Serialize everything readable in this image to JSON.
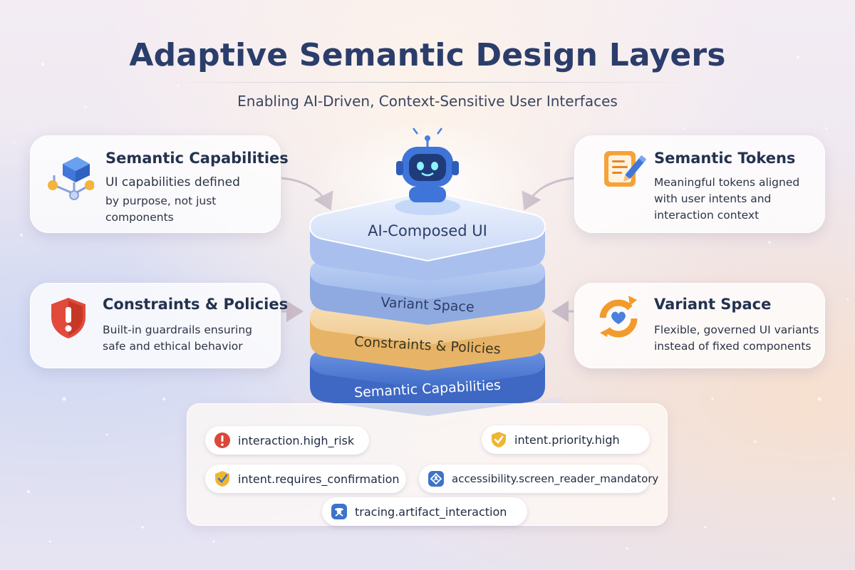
{
  "title": "Adaptive Semantic Design Layers",
  "subtitle": "Enabling AI-Driven, Context-Sensitive User Interfaces",
  "cards": {
    "semantic_capabilities": {
      "heading": "Semantic Capabilities",
      "line1": "UI capabilities defined",
      "line2": "by purpose, not just components",
      "icon": "network-cube-icon"
    },
    "semantic_tokens": {
      "heading": "Semantic Tokens",
      "line1": "Meaningful tokens aligned",
      "line2": "with user intents and",
      "line3": "interaction context",
      "icon": "notepad-pencil-icon"
    },
    "constraints_policies": {
      "heading": "Constraints & Policies",
      "line1": "Built-in guardrails ensuring",
      "line2": "safe and ethical behavior",
      "icon": "shield-warning-icon"
    },
    "variant_space": {
      "heading": "Variant Space",
      "line1": "Flexible, governed UI variants",
      "line2": "instead of fixed components",
      "icon": "heart-arrows-icon"
    }
  },
  "stack": {
    "robot_icon": "robot-icon",
    "layers": [
      {
        "label": "AI-Composed UI",
        "color": "#dbe6fb"
      },
      {
        "label": "Variant Space",
        "color": "#b7ccf2"
      },
      {
        "label": "Constraints & Policies",
        "color": "#f2d3a3"
      },
      {
        "label": "Semantic Capabilities",
        "color": "#5c86d8"
      }
    ]
  },
  "tags": [
    {
      "label": "interaction.high_risk",
      "icon": "alert-icon",
      "color": "#d9483b"
    },
    {
      "label": "intent.priority.high",
      "icon": "check-shield-icon",
      "color": "#efb534"
    },
    {
      "label": "intent.requires_confirmation",
      "icon": "check-shield-icon",
      "color": "#efb534"
    },
    {
      "label": "accessibility.screen_reader_mandatory",
      "icon": "accessibility-icon",
      "color": "#3d73c9"
    },
    {
      "label": "tracing.artifact_interaction",
      "icon": "tracing-icon",
      "color": "#3d73c9"
    }
  ]
}
